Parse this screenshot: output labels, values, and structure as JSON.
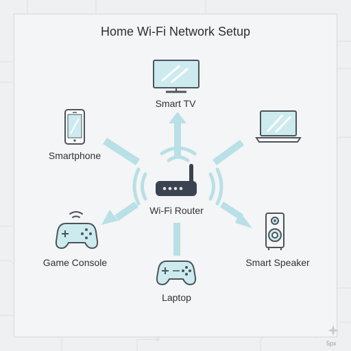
{
  "diagram": {
    "title": "Home Wi-Fi Network Setup",
    "hub": {
      "label": "Wi-Fi Router",
      "icon": "wifi-router-icon"
    },
    "devices": [
      {
        "id": "smart-tv",
        "label": "Smart TV",
        "icon": "smart-tv-icon"
      },
      {
        "id": "smartphone",
        "label": "Smartphone",
        "icon": "smartphone-icon"
      },
      {
        "id": "laptop",
        "label": "",
        "icon": "laptop-icon"
      },
      {
        "id": "game-console",
        "label": "Game Console",
        "icon": "game-controller-icon"
      },
      {
        "id": "bottom-device",
        "label": "Laptop",
        "icon": "game-controller-icon"
      },
      {
        "id": "smart-speaker",
        "label": "Smart Speaker",
        "icon": "smart-speaker-icon"
      }
    ],
    "watermark": "5px",
    "colors": {
      "connector": "#b8e0e6",
      "device_fill": "#cdebef",
      "outline": "#4a525a",
      "router_body": "#3b4250",
      "router_lights": "#e2e6ea"
    }
  }
}
